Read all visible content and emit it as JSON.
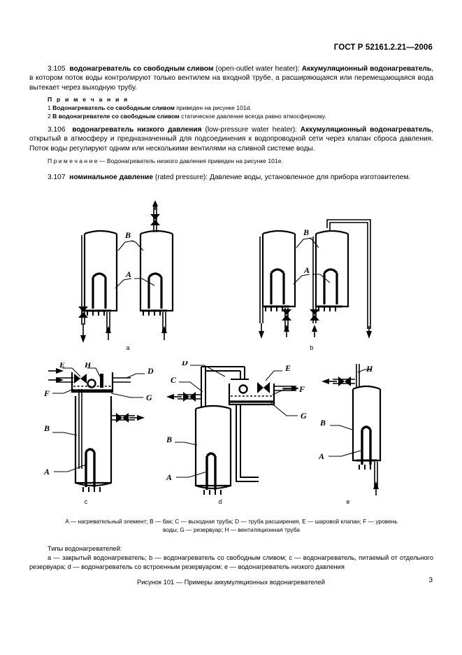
{
  "document": {
    "standard_header": "ГОСТ Р 52161.2.21—2006",
    "page_number": "3"
  },
  "clauses": [
    {
      "number": "3.105",
      "term": "водонагреватель со свободным сливом",
      "english": "(open-outlet water heater):",
      "definition_bold_lead": "Аккумуляционный водонагреватель",
      "definition_rest": ", в котором поток воды контролируют только вентилем на входной трубе, а расширяющаяся или перемещающаяся вода вытекает через выходную трубу."
    },
    {
      "number": "3.106",
      "term": "водонагреватель низкого давления",
      "english": "(low-pressure water heater):",
      "definition_bold_lead": "Аккумуляционный водонагреватель",
      "definition_rest": ", открытый в атмосферу и предназначенный для подсоединения к водопроводной сети через клапан сброса давления. Поток воды регулируют одним или несколькими вентилями на сливной системе воды."
    },
    {
      "number": "3.107",
      "term": "номинальное давление",
      "english": "(rated pressure):",
      "definition_rest": " Давление воды, установленное для прибора изготовителем."
    }
  ],
  "notes_105": {
    "heading": "П р и м е ч а н и я",
    "items": [
      {
        "num": "1",
        "bold": "Водонагреватель со свободным сливом",
        "rest": " приведен на рисунке 101d."
      },
      {
        "num": "2",
        "bold": "В водонагревателе со свободным сливом",
        "rest": " статическое давление всегда равно атмосферному."
      }
    ]
  },
  "note_106": {
    "lead": "П р и м е ч а н и е — ",
    "bold": "Водонагреватель низкого давления",
    "rest": " приведен на рисунке 101e."
  },
  "figure": {
    "sub_captions": [
      "a",
      "b",
      "c",
      "d",
      "e"
    ],
    "legend_line1": "A — нагревательный элемент; B — бак; C — выходная труба; D — труба расширения, E — шаровой клапан; F — уровень",
    "legend_line2": "воды; G — резервуар; H — вентиляционная труба",
    "types_heading": "Типы водонагревателей:",
    "types_body": "a — закрытый водонагреватель; b — водонагреватель со свободным сливом; c — водонагреватель, питаемый от отдельного резервуара; d — водонагреватель со встроенным резервуаром; e — водонагреватель низкого давления",
    "title": "Рисунок 101 — Примеры аккумуляционных водонагревателей",
    "part_labels": {
      "A": "A",
      "B": "B",
      "C": "C",
      "D": "D",
      "E": "E",
      "F": "F",
      "G": "G",
      "H": "H"
    }
  }
}
